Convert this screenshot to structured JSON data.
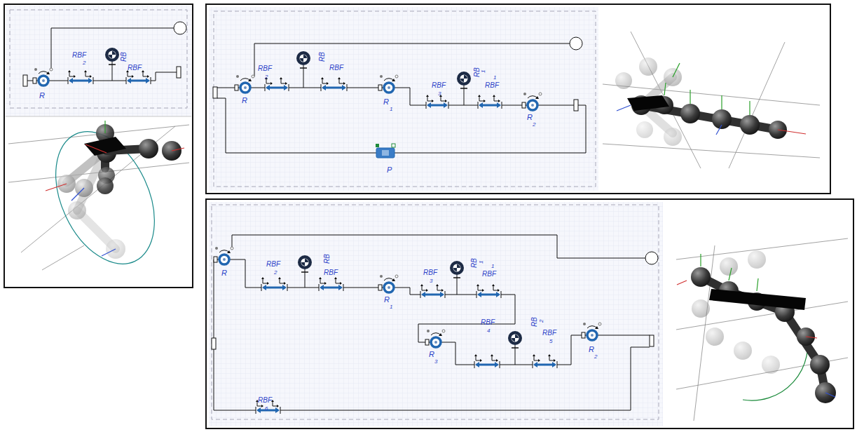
{
  "diagram": {
    "labels": [
      "RBF",
      "2",
      "RB",
      "RBF",
      "R",
      "RBF",
      "2",
      "RB",
      "RBF",
      "RBF",
      "3",
      "RB",
      "1",
      "RBF",
      "1",
      "R",
      "R",
      "1",
      "R",
      "2",
      "P",
      "R",
      "RBF",
      "2",
      "RB",
      "RBF",
      "R",
      "1",
      "RBF",
      "3",
      "RB",
      "1",
      "RBF",
      "1",
      "RBF",
      "4",
      "RB",
      "2",
      "RBF",
      "5",
      "R",
      "3",
      "R",
      "2",
      "RBF",
      "6"
    ]
  }
}
